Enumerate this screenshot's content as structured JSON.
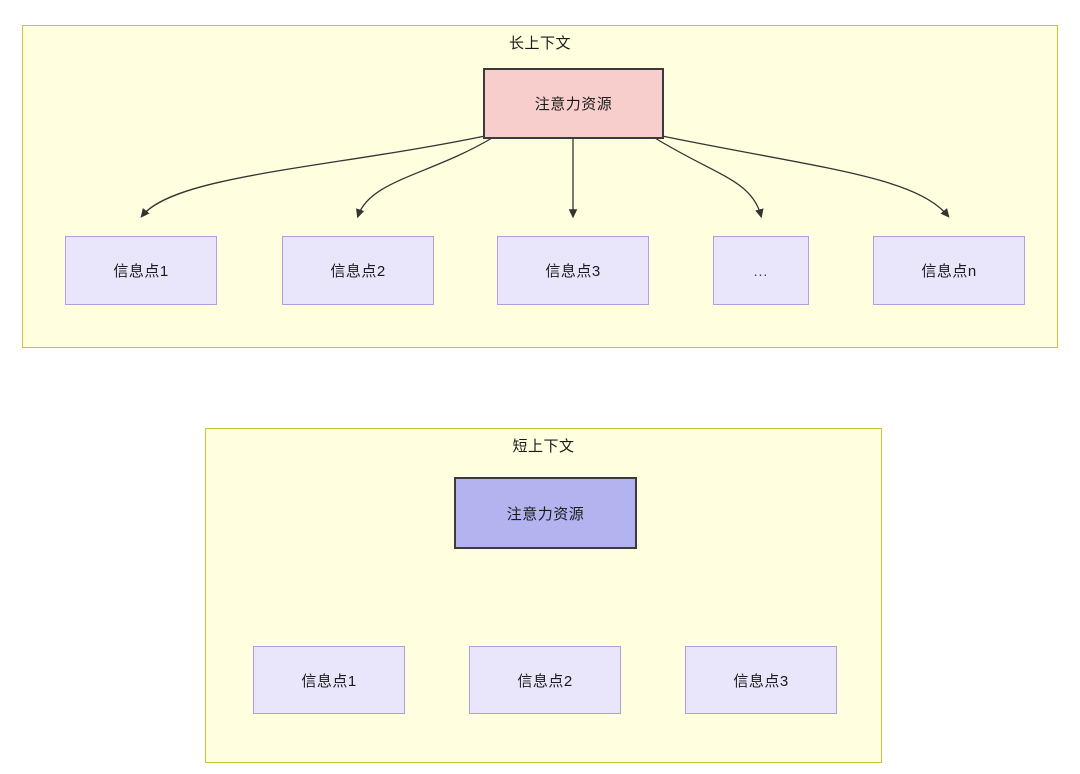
{
  "diagram": {
    "title_long": "长上下文",
    "title_short": "短上下文",
    "colors": {
      "container_fill": "#ffffe0",
      "container_border": "#c8c832",
      "attention_long_fill": "#f8cecc",
      "attention_short_fill": "#b3b3f0",
      "node_border_dark": "#3b3b3b",
      "info_fill": "#e9e6fb",
      "info_border": "#b39ddb",
      "edge_color": "#333333"
    }
  },
  "long_context": {
    "title": "长上下文",
    "attention_node": {
      "label": "注意力资源"
    },
    "info_nodes": [
      {
        "label": "信息点1"
      },
      {
        "label": "信息点2"
      },
      {
        "label": "信息点3"
      },
      {
        "label": "..."
      },
      {
        "label": "信息点n"
      }
    ]
  },
  "short_context": {
    "title": "短上下文",
    "attention_node": {
      "label": "注意力资源"
    },
    "info_nodes": [
      {
        "label": "信息点1"
      },
      {
        "label": "信息点2"
      },
      {
        "label": "信息点3"
      }
    ]
  }
}
